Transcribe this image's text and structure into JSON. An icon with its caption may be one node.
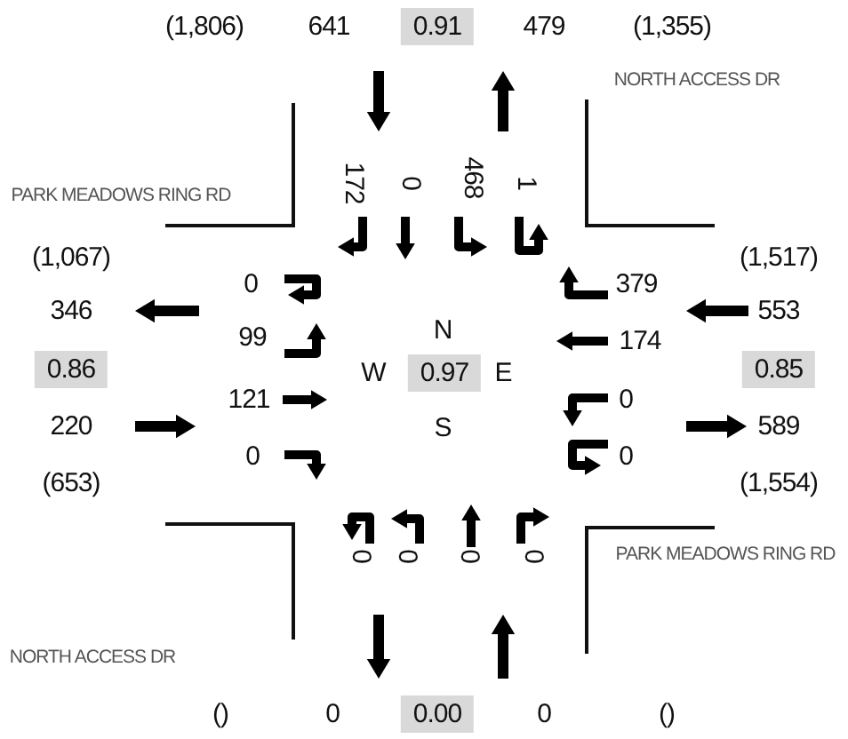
{
  "diagram": {
    "labels": [
      "(1,806)",
      "641",
      "0.91",
      "479",
      "(1,355)",
      "NORTH ACCESS DR",
      "172",
      "0",
      "468",
      "1",
      "PARK MEADOWS RING RD",
      "(1,067)",
      "(1,517)",
      "0",
      "379",
      "346",
      "553",
      "99",
      "N",
      "174",
      "0.86",
      "W",
      "0.97",
      "E",
      "0.85",
      "121",
      "0",
      "220",
      "S",
      "589",
      "0",
      "0",
      "(653)",
      "(1,554)",
      "0",
      "0",
      "0",
      "0",
      "PARK MEADOWS RING RD",
      "NORTH ACCESS DR",
      "()",
      "0",
      "0.00",
      "0",
      "()"
    ]
  }
}
